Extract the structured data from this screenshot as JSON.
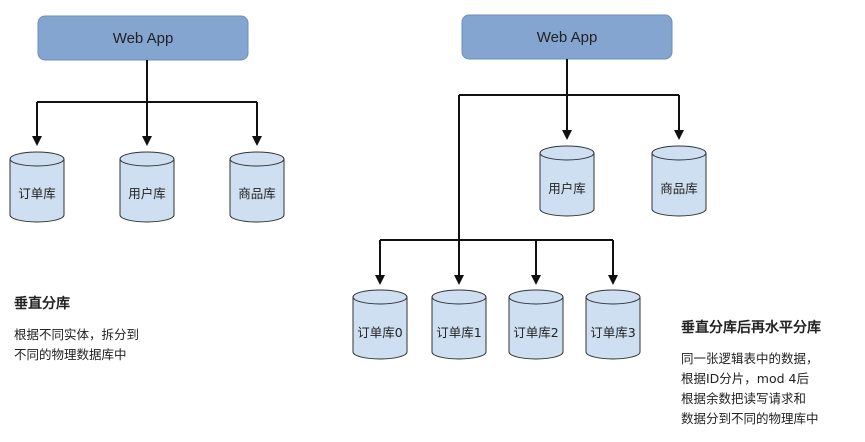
{
  "left_diagram": {
    "webapp_label": "Web App",
    "databases": [
      "订单库",
      "用户库",
      "商品库"
    ],
    "caption": {
      "title": "垂直分库",
      "lines": [
        "根据不同实体，拆分到",
        "不同的物理数据库中"
      ]
    }
  },
  "right_diagram": {
    "webapp_label": "Web App",
    "top_databases": [
      "用户库",
      "商品库"
    ],
    "shard_databases": [
      "订单库0",
      "订单库1",
      "订单库2",
      "订单库3"
    ],
    "caption": {
      "title": "垂直分库后再水平分库",
      "lines": [
        "同一张逻辑表中的数据，",
        "根据ID分片，mod 4后",
        "根据余数把读写请求和",
        "数据分到不同的物理库中"
      ]
    }
  },
  "colors": {
    "webapp_fill": "#84a5cf",
    "db_fill": "#cddff0",
    "line": "#111111"
  }
}
